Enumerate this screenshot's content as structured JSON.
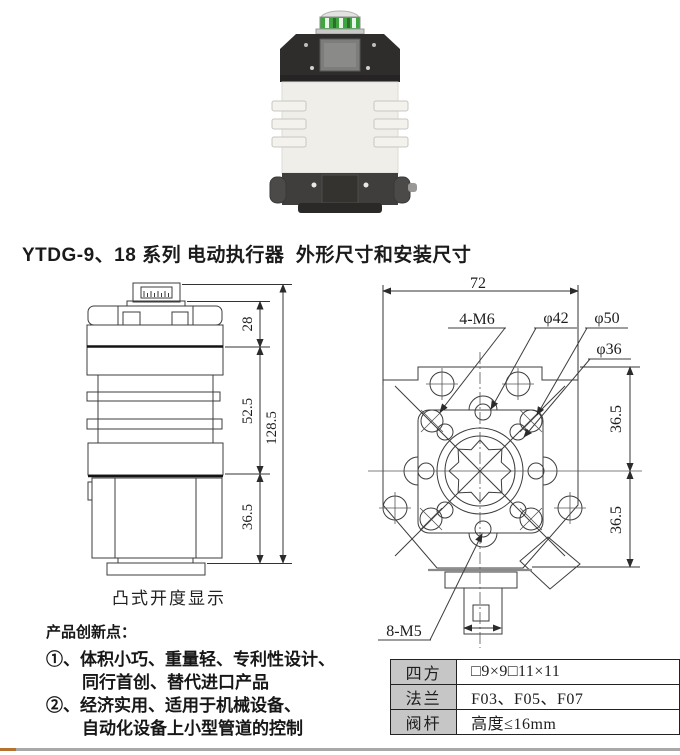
{
  "page": {
    "title": "YTDG-9、18 系列 电动执行器  外形尺寸和安装尺寸"
  },
  "left_drawing": {
    "caption": "凸式开度显示",
    "dim_top": "28",
    "dim_mid": "52.5",
    "dim_bottom": "36.5",
    "dim_total": "128.5"
  },
  "right_drawing": {
    "dim_width": "72",
    "label_m6": "4-M6",
    "label_d42": "φ42",
    "label_d50": "φ50",
    "label_d36": "φ36",
    "label_m5": "8-M5",
    "dim_upper": "36.5",
    "dim_lower": "36.5"
  },
  "innovation": {
    "heading": "产品创新点：",
    "line1": "①、体积小巧、重量轻、专利性设计、",
    "line2": "同行首创、替代进口产品",
    "line3": "②、经济实用、适用于机械设备、",
    "line4": "自动化设备上小型管道的控制"
  },
  "spec_table": {
    "rows": [
      {
        "label": "四方",
        "value": "□9×9□11×11"
      },
      {
        "label": "法兰",
        "value": "F03、F05、F07"
      },
      {
        "label": "阀杆",
        "value": "高度≤16mm"
      }
    ]
  }
}
